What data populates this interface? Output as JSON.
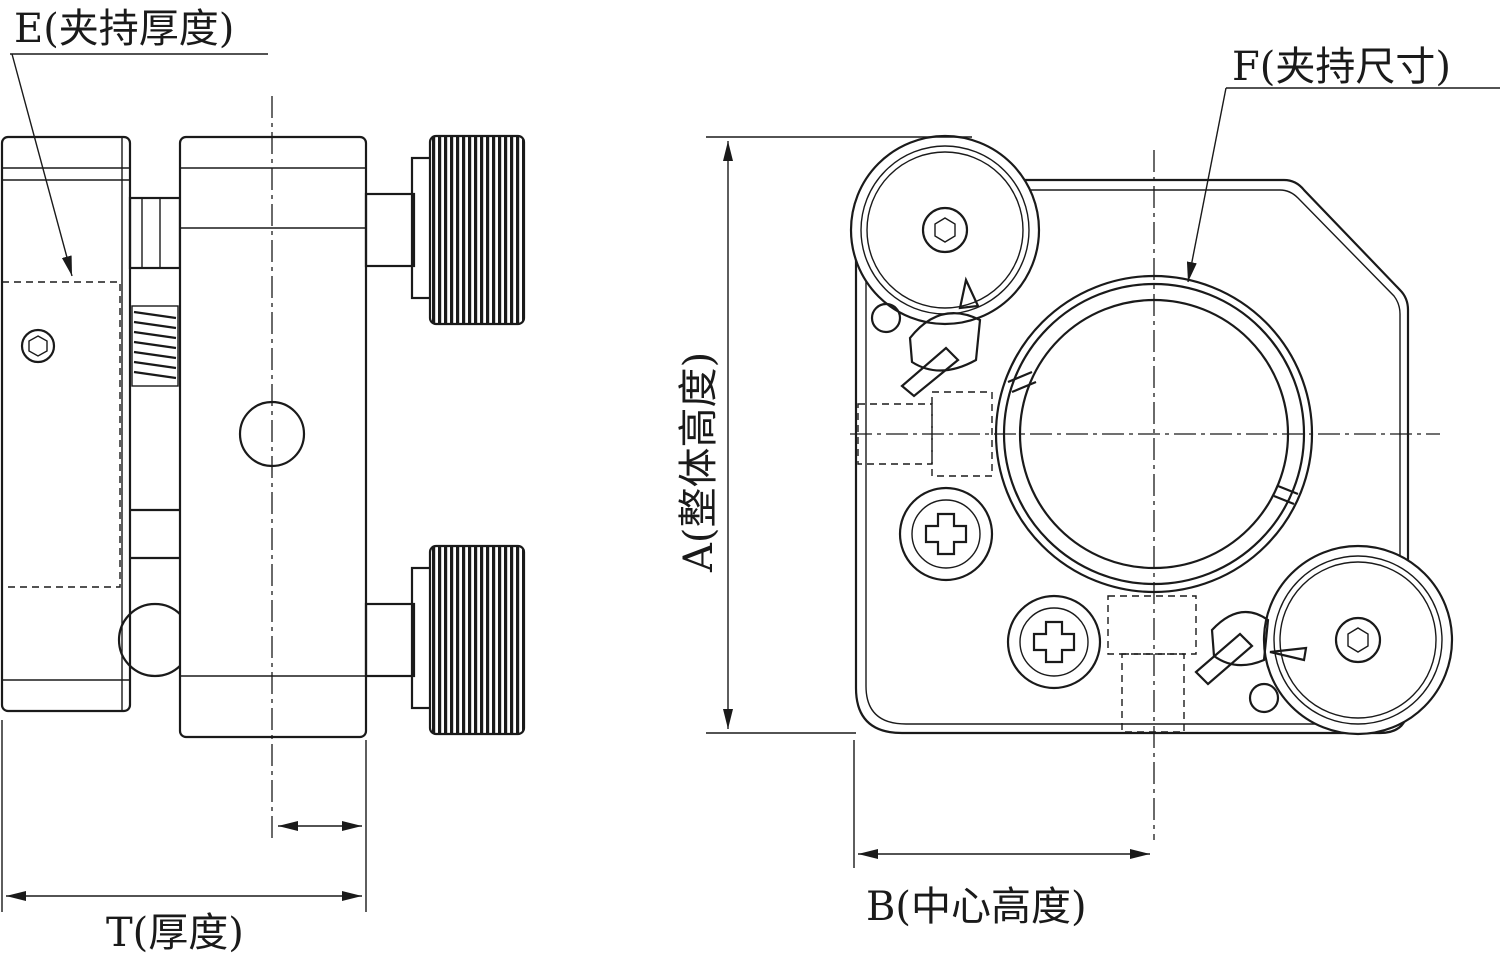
{
  "labels": {
    "e_thickness": "E(夹持厚度)",
    "f_size": "F(夹持尺寸)",
    "a_height": "A(整体高度)",
    "b_center": "B(中心高度)",
    "t_thickness": "T(厚度)"
  },
  "colors": {
    "line": "#1a1a1a",
    "background": "#ffffff"
  }
}
